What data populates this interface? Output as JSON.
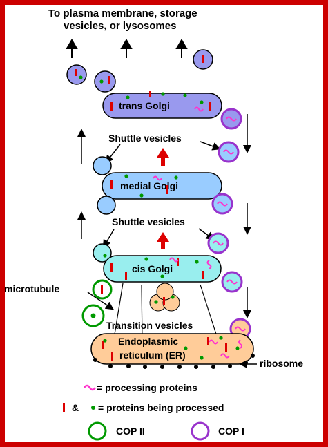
{
  "title": {
    "line1": "To plasma membrane, storage",
    "line2": "vesicles, or lysosomes"
  },
  "compartments": {
    "trans": "trans Golgi",
    "medial": "medial Golgi",
    "cis": "cis Golgi",
    "er_line1": "Endoplasmic",
    "er_line2": "reticulum (ER)"
  },
  "labels": {
    "shuttle_upper": "Shuttle vesicles",
    "shuttle_lower": "Shuttle vesicles",
    "transition": "Transition vesicles",
    "microtubule": "microtubule",
    "ribosome": "ribosome"
  },
  "legend": {
    "processing": "= processing proteins",
    "processed_amp": "&",
    "processed": "= proteins being processed",
    "cop2": "COP II",
    "cop1": "COP I"
  },
  "colors": {
    "trans_golgi": "#9999ee",
    "medial_golgi": "#99ccff",
    "cis_golgi": "#99eeee",
    "er": "#ffcc99",
    "cop2_ring": "#009900",
    "cop1_ring": "#9933cc",
    "processing_protein": "#ff33cc",
    "processed_bar": "#dd0000",
    "processed_dot": "#009900",
    "upward_arrow": "#dd0000",
    "border": "#cc0000"
  }
}
